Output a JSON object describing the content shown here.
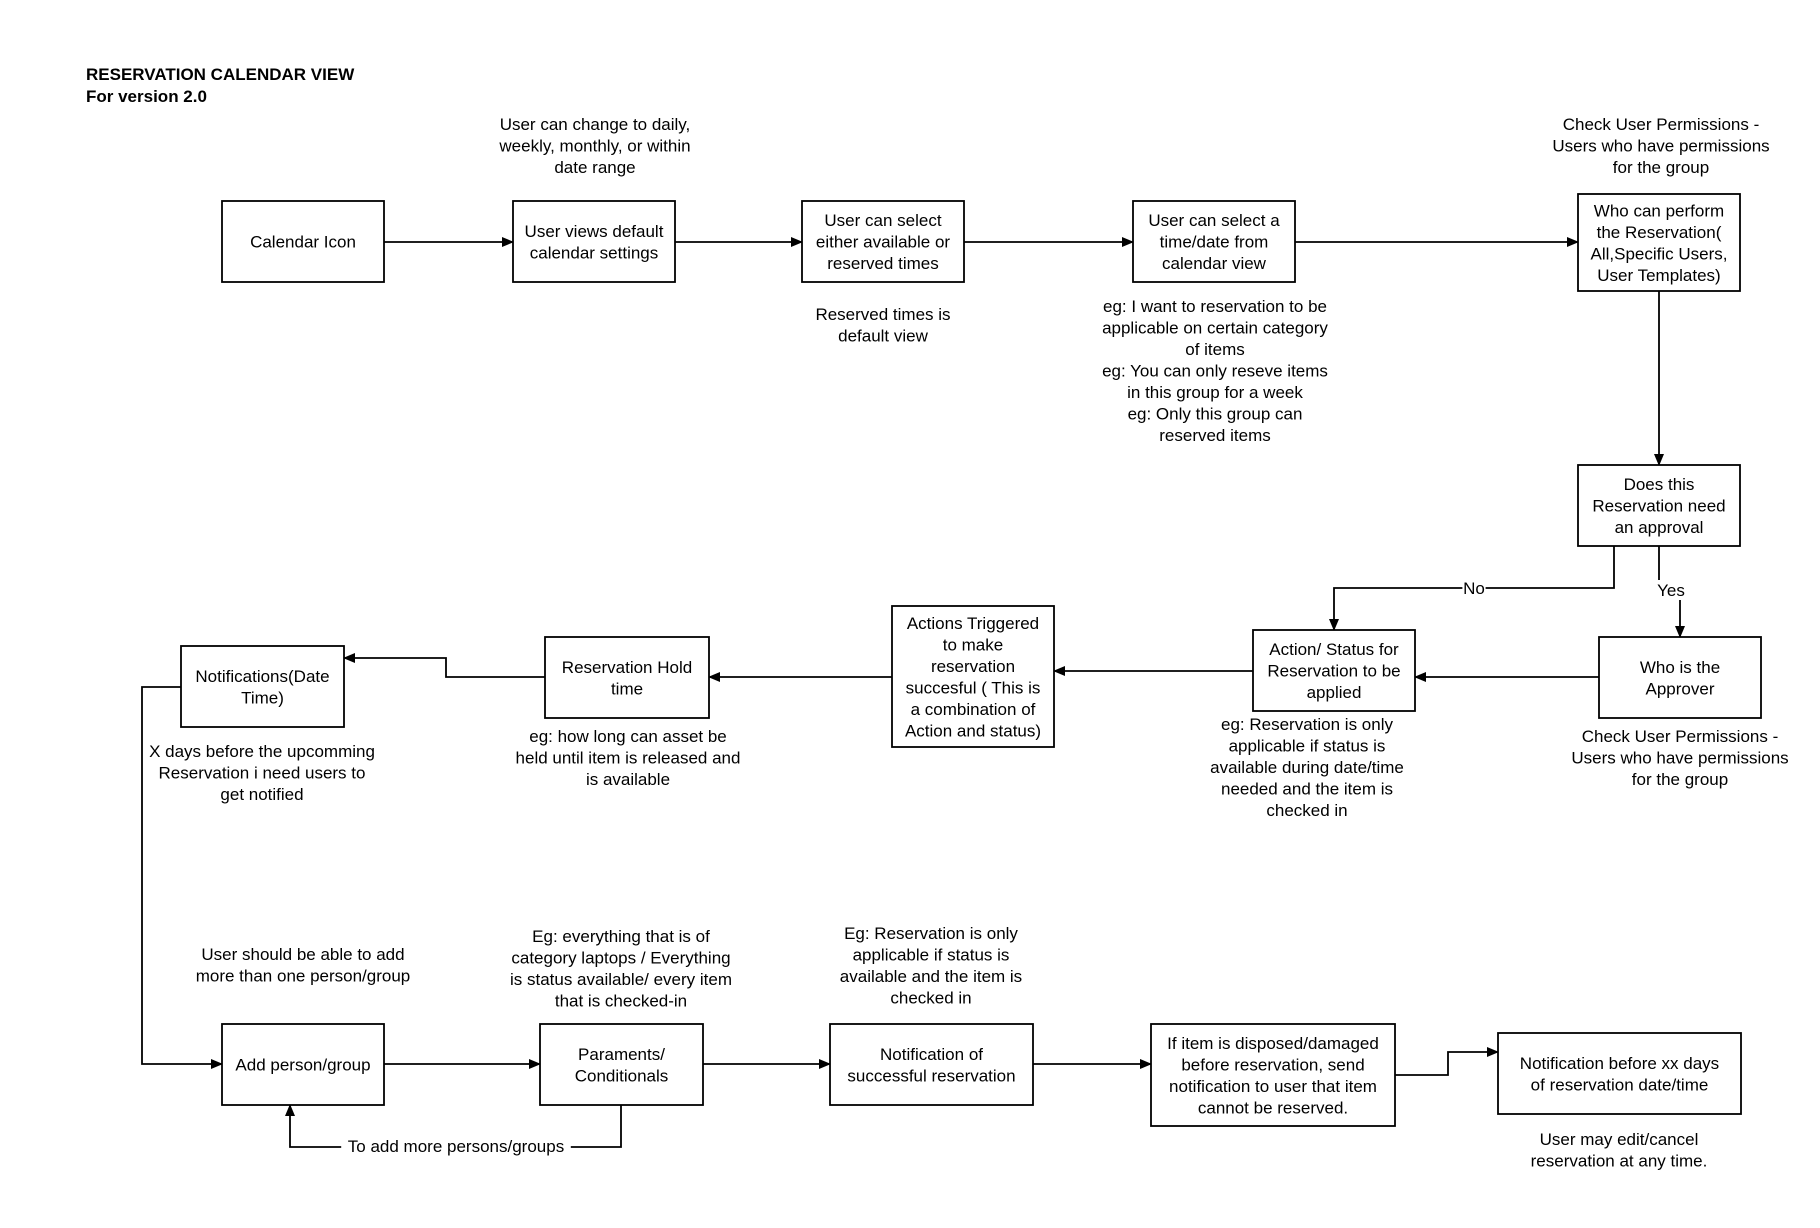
{
  "title": "RESERVATION CALENDAR VIEW",
  "subtitle": "For version 2.0",
  "nodes": [
    {
      "id": "calendar-icon",
      "lines": [
        "Calendar Icon"
      ]
    },
    {
      "id": "default-settings",
      "lines": [
        "User views default",
        "calendar settings"
      ]
    },
    {
      "id": "select-times",
      "lines": [
        "User can select",
        "either available or",
        "reserved times"
      ]
    },
    {
      "id": "select-date",
      "lines": [
        "User can select a",
        "time/date from",
        "calendar view"
      ]
    },
    {
      "id": "who-can-perform",
      "lines": [
        "Who can perform",
        "the Reservation(",
        "All,Specific Users,",
        "User Templates)"
      ]
    },
    {
      "id": "needs-approval",
      "lines": [
        "Does this",
        "Reservation need",
        "an approval"
      ]
    },
    {
      "id": "who-approver",
      "lines": [
        "Who is the",
        "Approver"
      ]
    },
    {
      "id": "action-status",
      "lines": [
        "Action/ Status for",
        "Reservation to be",
        "applied"
      ]
    },
    {
      "id": "actions-triggered",
      "lines": [
        "Actions Triggered",
        "to make",
        "reservation",
        "succesful ( This is",
        "a combination of",
        "Action and status)"
      ]
    },
    {
      "id": "hold-time",
      "lines": [
        "Reservation Hold",
        "time"
      ]
    },
    {
      "id": "notifications",
      "lines": [
        "Notifications(Date",
        "Time)"
      ]
    },
    {
      "id": "add-person",
      "lines": [
        "Add person/group"
      ]
    },
    {
      "id": "paraments",
      "lines": [
        "Paraments/",
        "Conditionals"
      ]
    },
    {
      "id": "notif-success",
      "lines": [
        "Notification of",
        "successful reservation"
      ]
    },
    {
      "id": "disposed",
      "lines": [
        "If item is disposed/damaged",
        "before reservation, send",
        "notification to user that item",
        "cannot be reserved."
      ]
    },
    {
      "id": "notif-before",
      "lines": [
        "Notification before xx days",
        "of reservation date/time"
      ]
    }
  ],
  "notes": [
    {
      "id": "change-view",
      "lines": [
        "User can change  to daily,",
        "weekly, monthly, or within",
        "date range"
      ]
    },
    {
      "id": "check-perms-top",
      "lines": [
        "Check User Permissions -",
        "Users who have permissions",
        "for the group"
      ]
    },
    {
      "id": "reserved-default",
      "lines": [
        "Reserved times is",
        "default view"
      ]
    },
    {
      "id": "eg-category",
      "lines": [
        "eg: I want to reservation to be",
        "applicable on certain category",
        "of items",
        "eg: You can only reseve items",
        "in this group for a week",
        "eg: Only this group can",
        "reserved items"
      ]
    },
    {
      "id": "check-perms-approver",
      "lines": [
        "Check User Permissions -",
        "Users who have permissions",
        "for the group"
      ]
    },
    {
      "id": "eg-status",
      "lines": [
        "eg: Reservation is only",
        "applicable if status is",
        "available during date/time",
        "needed and the item is",
        "checked in"
      ]
    },
    {
      "id": "eg-hold",
      "lines": [
        "eg: how long can asset be",
        "held until item is released and",
        "is available"
      ]
    },
    {
      "id": "x-days",
      "lines": [
        "X days before the upcomming",
        "Reservation i need users to",
        "get notified"
      ]
    },
    {
      "id": "add-more",
      "lines": [
        "User should be able to add",
        "more than one person/group"
      ]
    },
    {
      "id": "eg-laptops",
      "lines": [
        "Eg: everything that is of",
        "category laptops / Everything",
        "is status available/ every item",
        "that is checked-in"
      ]
    },
    {
      "id": "eg-reservation-only",
      "lines": [
        "Eg: Reservation is only",
        "applicable if status is",
        "available and the item is",
        "checked in"
      ]
    },
    {
      "id": "user-edit",
      "lines": [
        "User may edit/cancel",
        "reservation at any time."
      ]
    }
  ],
  "edges": [
    {
      "from": "calendar-icon",
      "to": "default-settings",
      "label": ""
    },
    {
      "from": "default-settings",
      "to": "select-times",
      "label": ""
    },
    {
      "from": "select-times",
      "to": "select-date",
      "label": ""
    },
    {
      "from": "select-date",
      "to": "who-can-perform",
      "label": ""
    },
    {
      "from": "who-can-perform",
      "to": "needs-approval",
      "label": ""
    },
    {
      "from": "needs-approval",
      "to": "action-status",
      "label": "No"
    },
    {
      "from": "needs-approval",
      "to": "who-approver",
      "label": "Yes"
    },
    {
      "from": "who-approver",
      "to": "action-status",
      "label": ""
    },
    {
      "from": "action-status",
      "to": "actions-triggered",
      "label": ""
    },
    {
      "from": "actions-triggered",
      "to": "hold-time",
      "label": ""
    },
    {
      "from": "hold-time",
      "to": "notifications",
      "label": ""
    },
    {
      "from": "notifications",
      "to": "add-person",
      "label": ""
    },
    {
      "from": "add-person",
      "to": "paraments",
      "label": ""
    },
    {
      "from": "paraments",
      "to": "add-person",
      "label": "To add more persons/groups"
    },
    {
      "from": "paraments",
      "to": "notif-success",
      "label": ""
    },
    {
      "from": "notif-success",
      "to": "disposed",
      "label": ""
    },
    {
      "from": "disposed",
      "to": "notif-before",
      "label": ""
    }
  ]
}
